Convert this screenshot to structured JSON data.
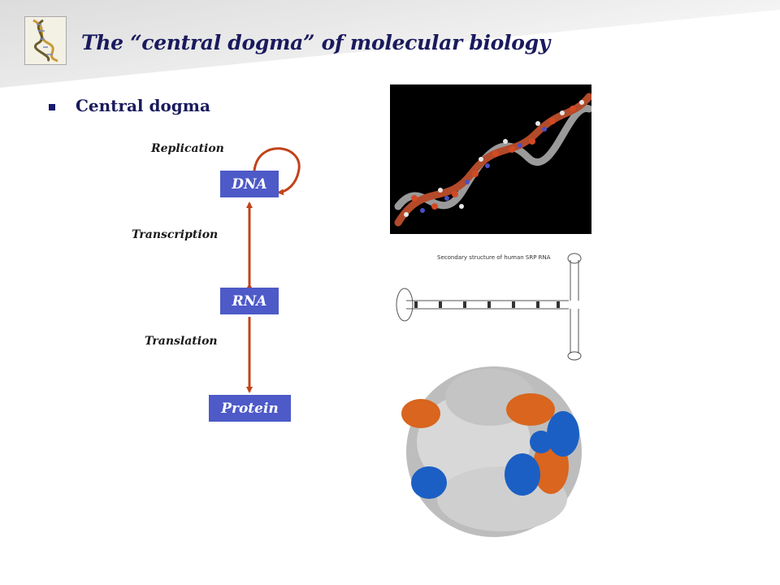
{
  "slide": {
    "title": "The “central dogma” of molecular biology",
    "bullet": "Central dogma"
  },
  "diagram": {
    "nodes": {
      "dna": "DNA",
      "rna": "RNA",
      "protein": "Protein"
    },
    "processes": {
      "replication": "Replication",
      "transcription": "Transcription",
      "translation": "Translation"
    }
  },
  "images": {
    "rna_caption": "Secondary structure of human SRP RNA"
  },
  "colors": {
    "title": "#1a1a5e",
    "node_fill": "#4d5ac8",
    "arrow": "#c0441b",
    "protein_orange": "#d9651e",
    "protein_blue": "#1b5fc4",
    "protein_gray": "#c9c9c9"
  },
  "icons": {
    "logo": "dna-helix-logo-icon",
    "bullet": "square-bullet-icon"
  }
}
